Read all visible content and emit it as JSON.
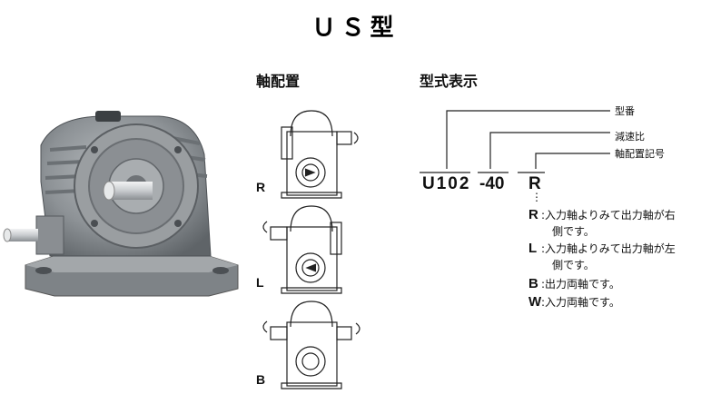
{
  "page": {
    "title": "ＵＳ型"
  },
  "arrangement": {
    "heading": "軸配置",
    "labels": [
      "R",
      "L",
      "B"
    ]
  },
  "type_designation": {
    "heading": "型式表示",
    "callouts": {
      "model": "型番",
      "ratio": "減速比",
      "arrangement": "軸配置記号"
    },
    "code": {
      "model": "U102",
      "ratio": "-40",
      "arrangement": "R"
    },
    "ellipsis": "⋮",
    "legend": [
      {
        "key": "R",
        "sep": ":",
        "text": "入力軸よりみて出力軸が右",
        "cont": "側です。"
      },
      {
        "key": "L",
        "sep": ":",
        "text": "入力軸よりみて出力軸が左",
        "cont": "側です。"
      },
      {
        "key": "B",
        "sep": ":",
        "text": "出力両軸です。",
        "cont": ""
      },
      {
        "key": "W",
        "sep": ":",
        "text": "入力両軸です。",
        "cont": ""
      }
    ]
  },
  "colors": {
    "housing": "#8d9296",
    "housing_dark": "#5f6468",
    "housing_light": "#b8bcbf",
    "shaft": "#d6d8da",
    "line": "#222222"
  }
}
